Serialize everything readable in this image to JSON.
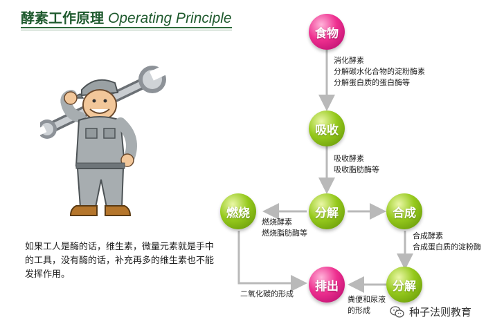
{
  "title": {
    "zh": "酵素工作原理",
    "en": "Operating Principle"
  },
  "caption": "如果工人是酶的话，维生素，微量元素就是手中的工具，没有酶的话，补充再多的维生素也不能发挥作用。",
  "nodes": {
    "food": "食物",
    "absorb": "吸收",
    "decompose1": "分解",
    "burn": "燃烧",
    "synthesize": "合成",
    "decompose2": "分解",
    "excrete": "排出"
  },
  "notes": {
    "digest": [
      "消化酵素",
      "分解碳水化合物的淀粉酶素",
      "分解蛋白质的蛋白酶等"
    ],
    "absorb": [
      "吸收酵素",
      "吸收脂肪酶等"
    ],
    "burn": [
      "燃烧酵素",
      "燃烧脂肪酶等"
    ],
    "synth": [
      "合成酵素",
      "合成蛋白质的淀粉酶"
    ],
    "co2": "二氧化碳的形成",
    "feces": [
      "粪便和尿液",
      "的形成"
    ]
  },
  "watermark": "种子法则教育",
  "colors": {
    "pink": "#ee2f8f",
    "green": "#95c91c",
    "title": "#1f5a2e",
    "arrow": "#b9b9b9"
  },
  "icons": [
    "wrench-worker-illustration",
    "wechat-icon"
  ]
}
